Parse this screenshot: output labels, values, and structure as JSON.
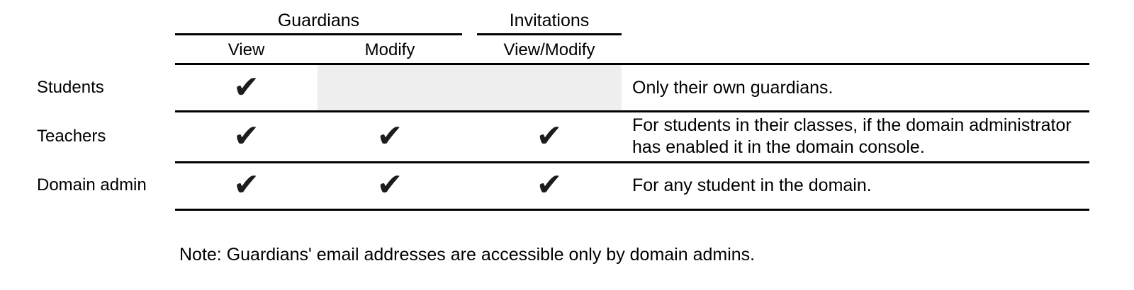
{
  "table": {
    "column_groups": [
      {
        "label": "Guardians",
        "columns": [
          "View",
          "Modify"
        ]
      },
      {
        "label": "Invitations",
        "columns": [
          "View/Modify"
        ]
      }
    ],
    "subheaders": [
      "View",
      "Modify",
      "View/Modify"
    ],
    "check_glyph": "✔",
    "rows": [
      {
        "role": "Students",
        "checks": {
          "view": true,
          "modify": false,
          "view_modify": false
        },
        "modify_cells_disabled": true,
        "note_lines": [
          "Only their own guardians."
        ]
      },
      {
        "role": "Teachers",
        "checks": {
          "view": true,
          "modify": true,
          "view_modify": true
        },
        "modify_cells_disabled": false,
        "note_lines": [
          "For students in their classes, if the domain administrator",
          "has enabled it in the domain console."
        ]
      },
      {
        "role": "Domain admin",
        "checks": {
          "view": true,
          "modify": true,
          "view_modify": true
        },
        "modify_cells_disabled": false,
        "note_lines": [
          "For any student in the domain."
        ]
      }
    ]
  },
  "footnote": "Note: Guardians' email addresses are accessible only by domain admins.",
  "colors": {
    "line": "#000000",
    "text": "#000000",
    "disabled_cell_bg": "#eeeeee",
    "check": "#1c1c1c"
  }
}
